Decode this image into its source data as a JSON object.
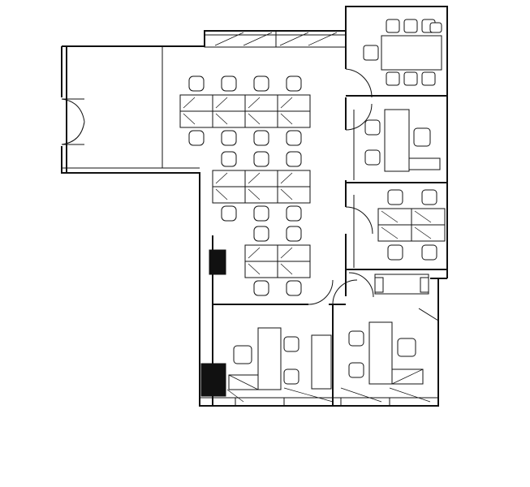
{
  "plan": {
    "colors": {
      "line": "#111111",
      "background": "#ffffff",
      "column": "#111111"
    },
    "rooms": [
      {
        "id": "entrance-lobby",
        "has_double_door": true
      },
      {
        "id": "open-office",
        "workstation_clusters": 3
      },
      {
        "id": "meeting-room",
        "seats": 8
      },
      {
        "id": "office-1"
      },
      {
        "id": "office-2",
        "workstations": 4
      },
      {
        "id": "office-3"
      },
      {
        "id": "office-4"
      }
    ],
    "structural_columns": 2
  }
}
